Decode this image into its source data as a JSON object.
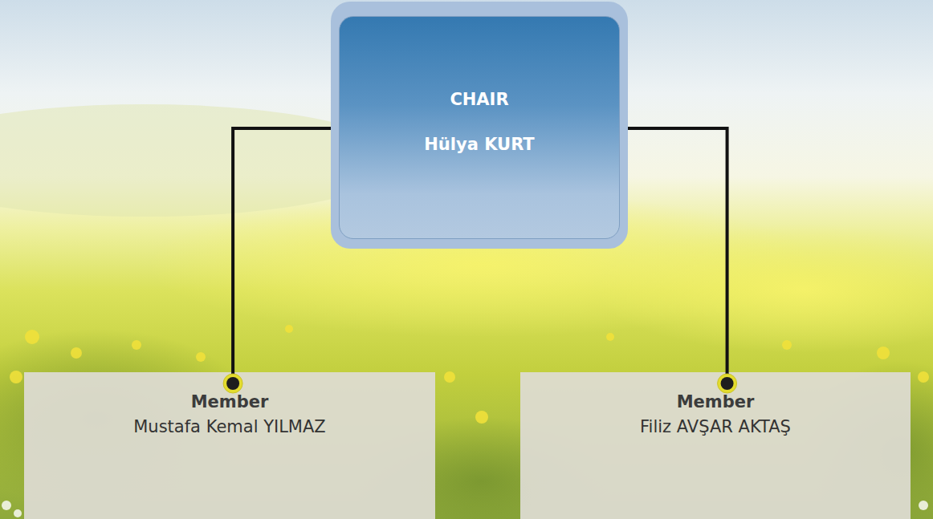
{
  "diagram": {
    "nodes": [
      {
        "text": [
          "CHAIR",
          "Hülya KURT"
        ]
      },
      {
        "text": [
          "Member",
          "Mustafa Kemal YILMAZ"
        ]
      },
      {
        "text": [
          "Member",
          "Filiz AVŞAR AKTAŞ"
        ]
      }
    ],
    "edges": [
      {
        "from": 0,
        "to": 1,
        "arrow": "none"
      },
      {
        "from": 0,
        "to": 2,
        "arrow": "none"
      }
    ]
  }
}
